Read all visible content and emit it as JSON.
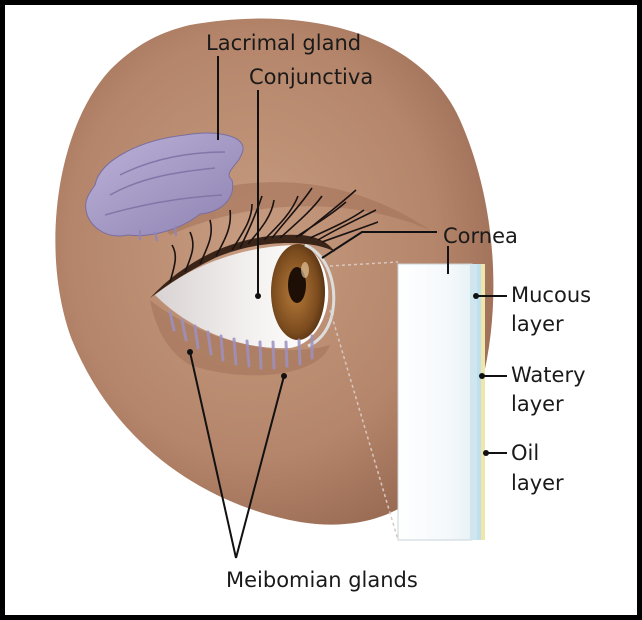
{
  "labels": {
    "lacrimal_gland": "Lacrimal gland",
    "conjunctiva": "Conjunctiva",
    "cornea": "Cornea",
    "mucous_line1": "Mucous",
    "mucous_line2": "layer",
    "watery_line1": "Watery",
    "watery_line2": "layer",
    "oil_line1": "Oil",
    "oil_line2": "layer",
    "meibomian_glands": "Meibomian glands"
  },
  "colors": {
    "skin_light": "#c4977c",
    "skin_dark": "#9c6c52",
    "gland_purple": "#a69ac4",
    "iris": "#7a4a1e",
    "tear_blue": "#bfe0ec",
    "tear_yellow": "#efe7a9"
  }
}
